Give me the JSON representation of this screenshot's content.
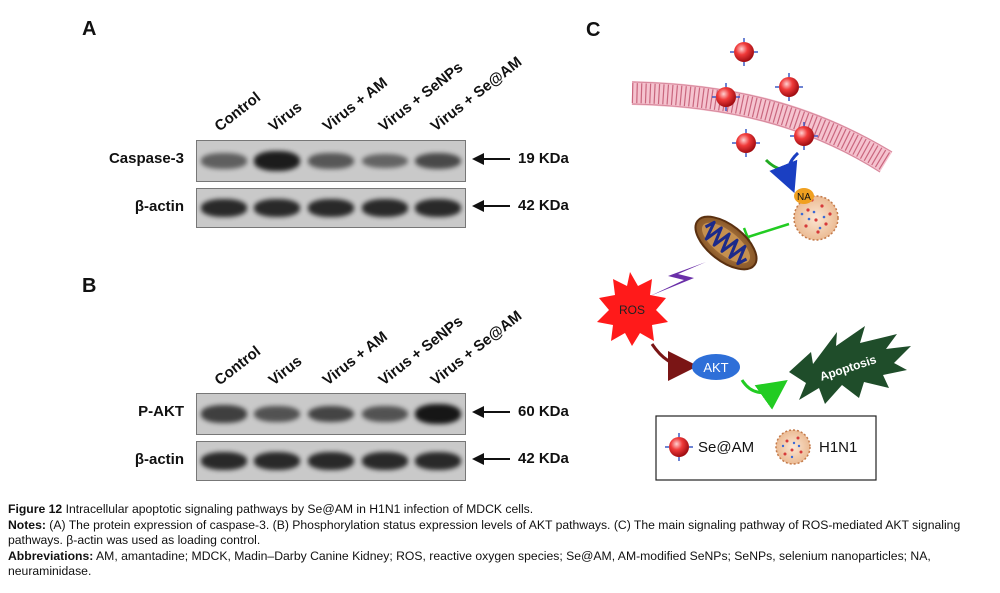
{
  "panel_a": {
    "letter": "A",
    "lanes": [
      "Control",
      "Virus",
      "Virus + AM",
      "Virus + SeNPs",
      "Virus + Se@AM"
    ],
    "rows": [
      {
        "label": "Caspase-3",
        "kda": "19 KDa",
        "intensities": [
          0.45,
          0.95,
          0.5,
          0.42,
          0.62
        ]
      },
      {
        "label": "β-actin",
        "kda": "42 KDa",
        "intensities": [
          0.85,
          0.85,
          0.85,
          0.85,
          0.85
        ]
      }
    ]
  },
  "panel_b": {
    "letter": "B",
    "lanes": [
      "Control",
      "Virus",
      "Virus + AM",
      "Virus + SeNPs",
      "Virus + Se@AM"
    ],
    "rows": [
      {
        "label": "P-AKT",
        "kda": "60 KDa",
        "intensities": [
          0.7,
          0.55,
          0.65,
          0.55,
          1.0
        ]
      },
      {
        "label": "β-actin",
        "kda": "42 KDa",
        "intensities": [
          0.85,
          0.85,
          0.85,
          0.85,
          0.85
        ]
      }
    ]
  },
  "panel_c": {
    "letter": "C",
    "na_label": "NA",
    "ros_label": "ROS",
    "akt_label": "AKT",
    "apoptosis_label": "Apoptosis",
    "legend_se_am": "Se@AM",
    "legend_h1n1": "H1N1",
    "colors": {
      "membrane": "#f2b8c6",
      "nanoparticle": "#e4202a",
      "ros": "#ff1a1a",
      "akt": "#2e6fd8",
      "apoptosis": "#1f4d2a",
      "inhibit": "#22cc22"
    }
  },
  "caption": {
    "figure_label": "Figure 12",
    "figure_text": " Intracellular apoptotic signaling pathways by Se@AM in H1N1 infection of MDCK cells.",
    "notes_label": "Notes:",
    "notes_text": " (A) The protein expression of caspase-3. (B) Phosphorylation status expression levels of AKT pathways. (C) The main signaling pathway of ROS-mediated AKT signaling pathways. β-actin was used as loading control.",
    "abbrev_label": "Abbreviations:",
    "abbrev_text": " AM, amantadine; MDCK, Madin–Darby Canine Kidney; ROS, reactive oxygen species; Se@AM, AM-modified SeNPs; SeNPs, selenium nanoparticles; NA, neuraminidase."
  }
}
